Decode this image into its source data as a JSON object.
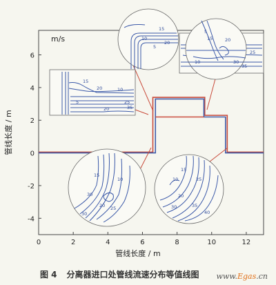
{
  "chart_data": {
    "type": "line",
    "xlabel": "管线长度 / m",
    "ylabel": "管线长度 / m",
    "unit_label": "m/s",
    "xlim": [
      0,
      13
    ],
    "ylim": [
      -5,
      7.5
    ],
    "xticks": [
      0,
      2,
      4,
      6,
      8,
      10,
      12
    ],
    "yticks": [
      -4,
      -2,
      0,
      2,
      4,
      6
    ],
    "series": [
      {
        "color": "#c94a3a",
        "points": [
          [
            0,
            0.05
          ],
          [
            6.6,
            0.05
          ],
          [
            6.6,
            3.4
          ],
          [
            9.6,
            3.4
          ],
          [
            9.6,
            2.3
          ],
          [
            10.9,
            2.3
          ],
          [
            10.9,
            0.05
          ],
          [
            13,
            0.05
          ]
        ]
      },
      {
        "color": "#3d5aa8",
        "points": [
          [
            0,
            0
          ],
          [
            6.75,
            0
          ],
          [
            6.75,
            3.3
          ],
          [
            9.55,
            3.3
          ],
          [
            9.55,
            2.2
          ],
          [
            10.8,
            2.2
          ],
          [
            10.8,
            0
          ],
          [
            13,
            0
          ]
        ]
      },
      {
        "color": "#c94a3a",
        "points": [
          [
            6.75,
            2.2
          ],
          [
            9.55,
            2.2
          ]
        ]
      }
    ],
    "contour_labels": [
      [
        "10",
        "15",
        "5",
        "20"
      ],
      [
        "15",
        "20",
        "5",
        "10",
        "25",
        "20",
        "35"
      ],
      [
        "15",
        "20",
        "10",
        "25",
        "30",
        "35",
        "5"
      ],
      [
        "15",
        "30",
        "20",
        "25",
        "30",
        "10"
      ],
      [
        "10",
        "15",
        "20",
        "30",
        "35",
        "25",
        "40"
      ]
    ]
  },
  "caption": {
    "number": "图 4",
    "text": "分离器进口处管线流速分布等值线图"
  },
  "watermark": {
    "prefix": "www.",
    "accent": "Egas",
    "suffix": ".cn"
  }
}
